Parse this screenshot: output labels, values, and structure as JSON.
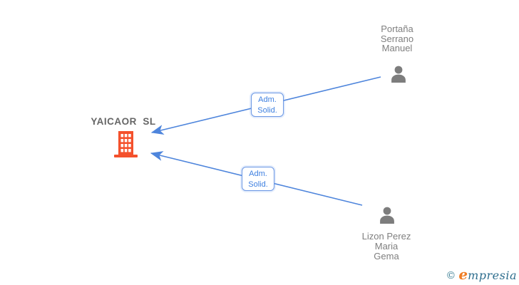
{
  "company": {
    "name": "YAICAOR  SL",
    "icon": "building-icon"
  },
  "people": [
    {
      "name": "Portaña\nSerrano\nManuel",
      "icon": "person-icon"
    },
    {
      "name": "Lizon Perez\nMaria\nGema",
      "icon": "person-icon"
    }
  ],
  "edges": [
    {
      "label": "Adm.\nSolid.",
      "from": "Portaña Serrano Manuel",
      "to": "YAICAOR SL"
    },
    {
      "label": "Adm.\nSolid.",
      "from": "Lizon Perez Maria Gema",
      "to": "YAICAOR SL"
    }
  ],
  "watermark": {
    "copyright_symbol": "©",
    "brand_first_letter": "e",
    "brand_rest": "mpresia"
  },
  "colors": {
    "edge_blue": "#4e85dc",
    "edge_label_text": "#3d7fe0",
    "building_orange": "#f4512c",
    "person_gray": "#7d7d7d",
    "name_text_gray": "#7f7f7f",
    "company_text_gray": "#666666",
    "watermark_copyright": "#3c7f95",
    "watermark_e_orange": "#ef7d25",
    "watermark_rest_teal": "#2e6e8e"
  }
}
